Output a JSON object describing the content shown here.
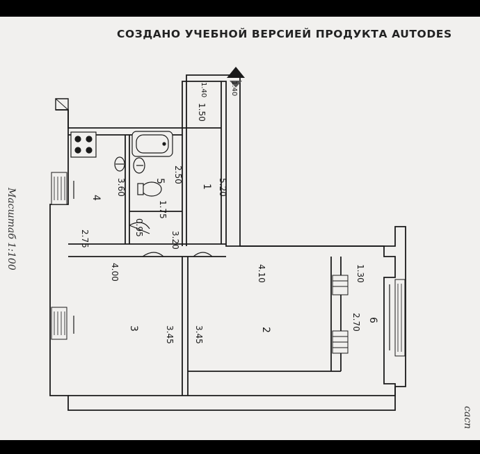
{
  "header": {
    "banner": "СОЗДАНО УЧЕБНОЙ ВЕРСИЕЙ ПРОДУКТА AUTODES"
  },
  "side_text": {
    "left": "Масштаб 1:100",
    "bottom_right": "сасп"
  },
  "rooms": [
    {
      "number": "1",
      "width": "1.50",
      "length": "5.20"
    },
    {
      "number": "2",
      "width": "4.10",
      "length": "3.45"
    },
    {
      "number": "3",
      "width": "4.00",
      "length": "3.45"
    },
    {
      "number": "4",
      "width": "2.75",
      "length": "3.60"
    },
    {
      "number": "5",
      "width": "1.75",
      "length": "2.50"
    },
    {
      "number": "6",
      "width": "1.30",
      "length": "2.70"
    }
  ],
  "extra_dims": {
    "hall_width": "3.20",
    "door_width": "0.95",
    "closet_a": "1.40",
    "closet_b": "1.40"
  },
  "colors": {
    "wall": "#1a1a1a",
    "paper": "#f1f0ee",
    "background": "#000000"
  }
}
